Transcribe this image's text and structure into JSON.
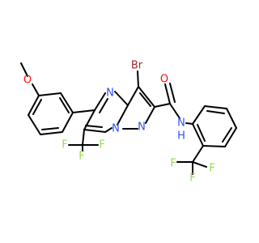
{
  "molecule": {
    "colors": {
      "carbon_bond": "#000000",
      "oxygen": "#ff0d0d",
      "nitrogen": "#3050f8",
      "bromine": "#a62929",
      "fluorine": "#90e050",
      "background": "#ffffff"
    },
    "atom_labels": {
      "o_methoxy": "O",
      "o_carbonyl": "O",
      "br": "Br",
      "n4": "N",
      "n1": "N",
      "n2": "N",
      "amide_n": "N",
      "amide_h": "H",
      "f_left": "F",
      "f_top": "F",
      "f_right": "F",
      "f2_left": "F",
      "f2_bottom": "F",
      "f2_right": "F"
    }
  }
}
